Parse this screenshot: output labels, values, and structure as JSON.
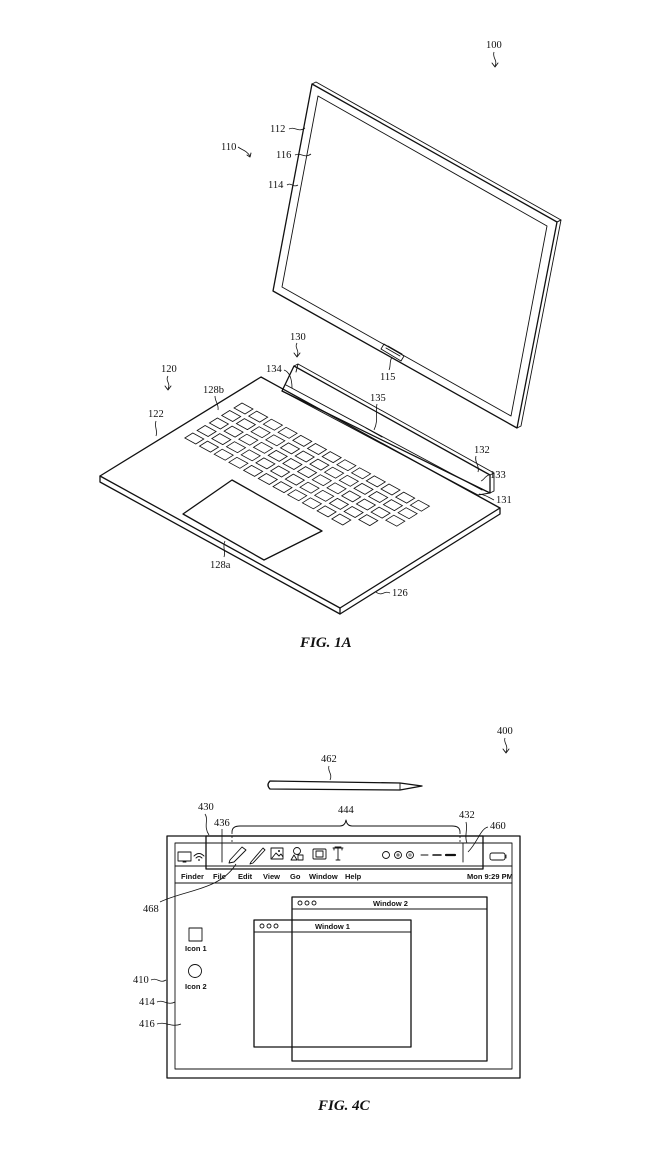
{
  "fig1a": {
    "caption": "FIG. 1A",
    "refs": {
      "r100": "100",
      "r110": "110",
      "r112": "112",
      "r114": "114",
      "r116": "116",
      "r115": "115",
      "r120": "120",
      "r122": "122",
      "r126": "126",
      "r128a": "128a",
      "r128b": "128b",
      "r130": "130",
      "r131": "131",
      "r132": "132",
      "r133": "133",
      "r134": "134",
      "r135": "135"
    }
  },
  "fig4c": {
    "caption": "FIG. 4C",
    "refs": {
      "r400": "400",
      "r410": "410",
      "r414": "414",
      "r416": "416",
      "r430": "430",
      "r432": "432",
      "r436": "436",
      "r444": "444",
      "r460": "460",
      "r462": "462",
      "r468": "468"
    },
    "menu_bar": {
      "items": [
        "Finder",
        "File",
        "Edit",
        "View",
        "Go",
        "Window",
        "Help"
      ],
      "clock": "Mon 9:29 PM"
    },
    "windows": {
      "window1_title": "Window 1",
      "window2_title": "Window 2"
    },
    "desktop_icons": {
      "icon1": "Icon 1",
      "icon2": "Icon 2"
    },
    "toolbar_icons": [
      "pen-icon",
      "pencil-icon",
      "image-icon",
      "shapes-icon",
      "camera-icon",
      "text-icon"
    ]
  }
}
